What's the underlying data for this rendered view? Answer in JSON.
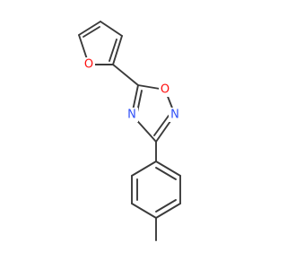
{
  "molecule": {
    "atom_labels": {
      "furan_o": "O",
      "ring_o": "O",
      "ring_n_upper": "N",
      "ring_n_lower": "N"
    },
    "colors": {
      "bond": "#3a3a3a",
      "oxygen": "#ff0d0d",
      "nitrogen": "#3050f8"
    }
  }
}
